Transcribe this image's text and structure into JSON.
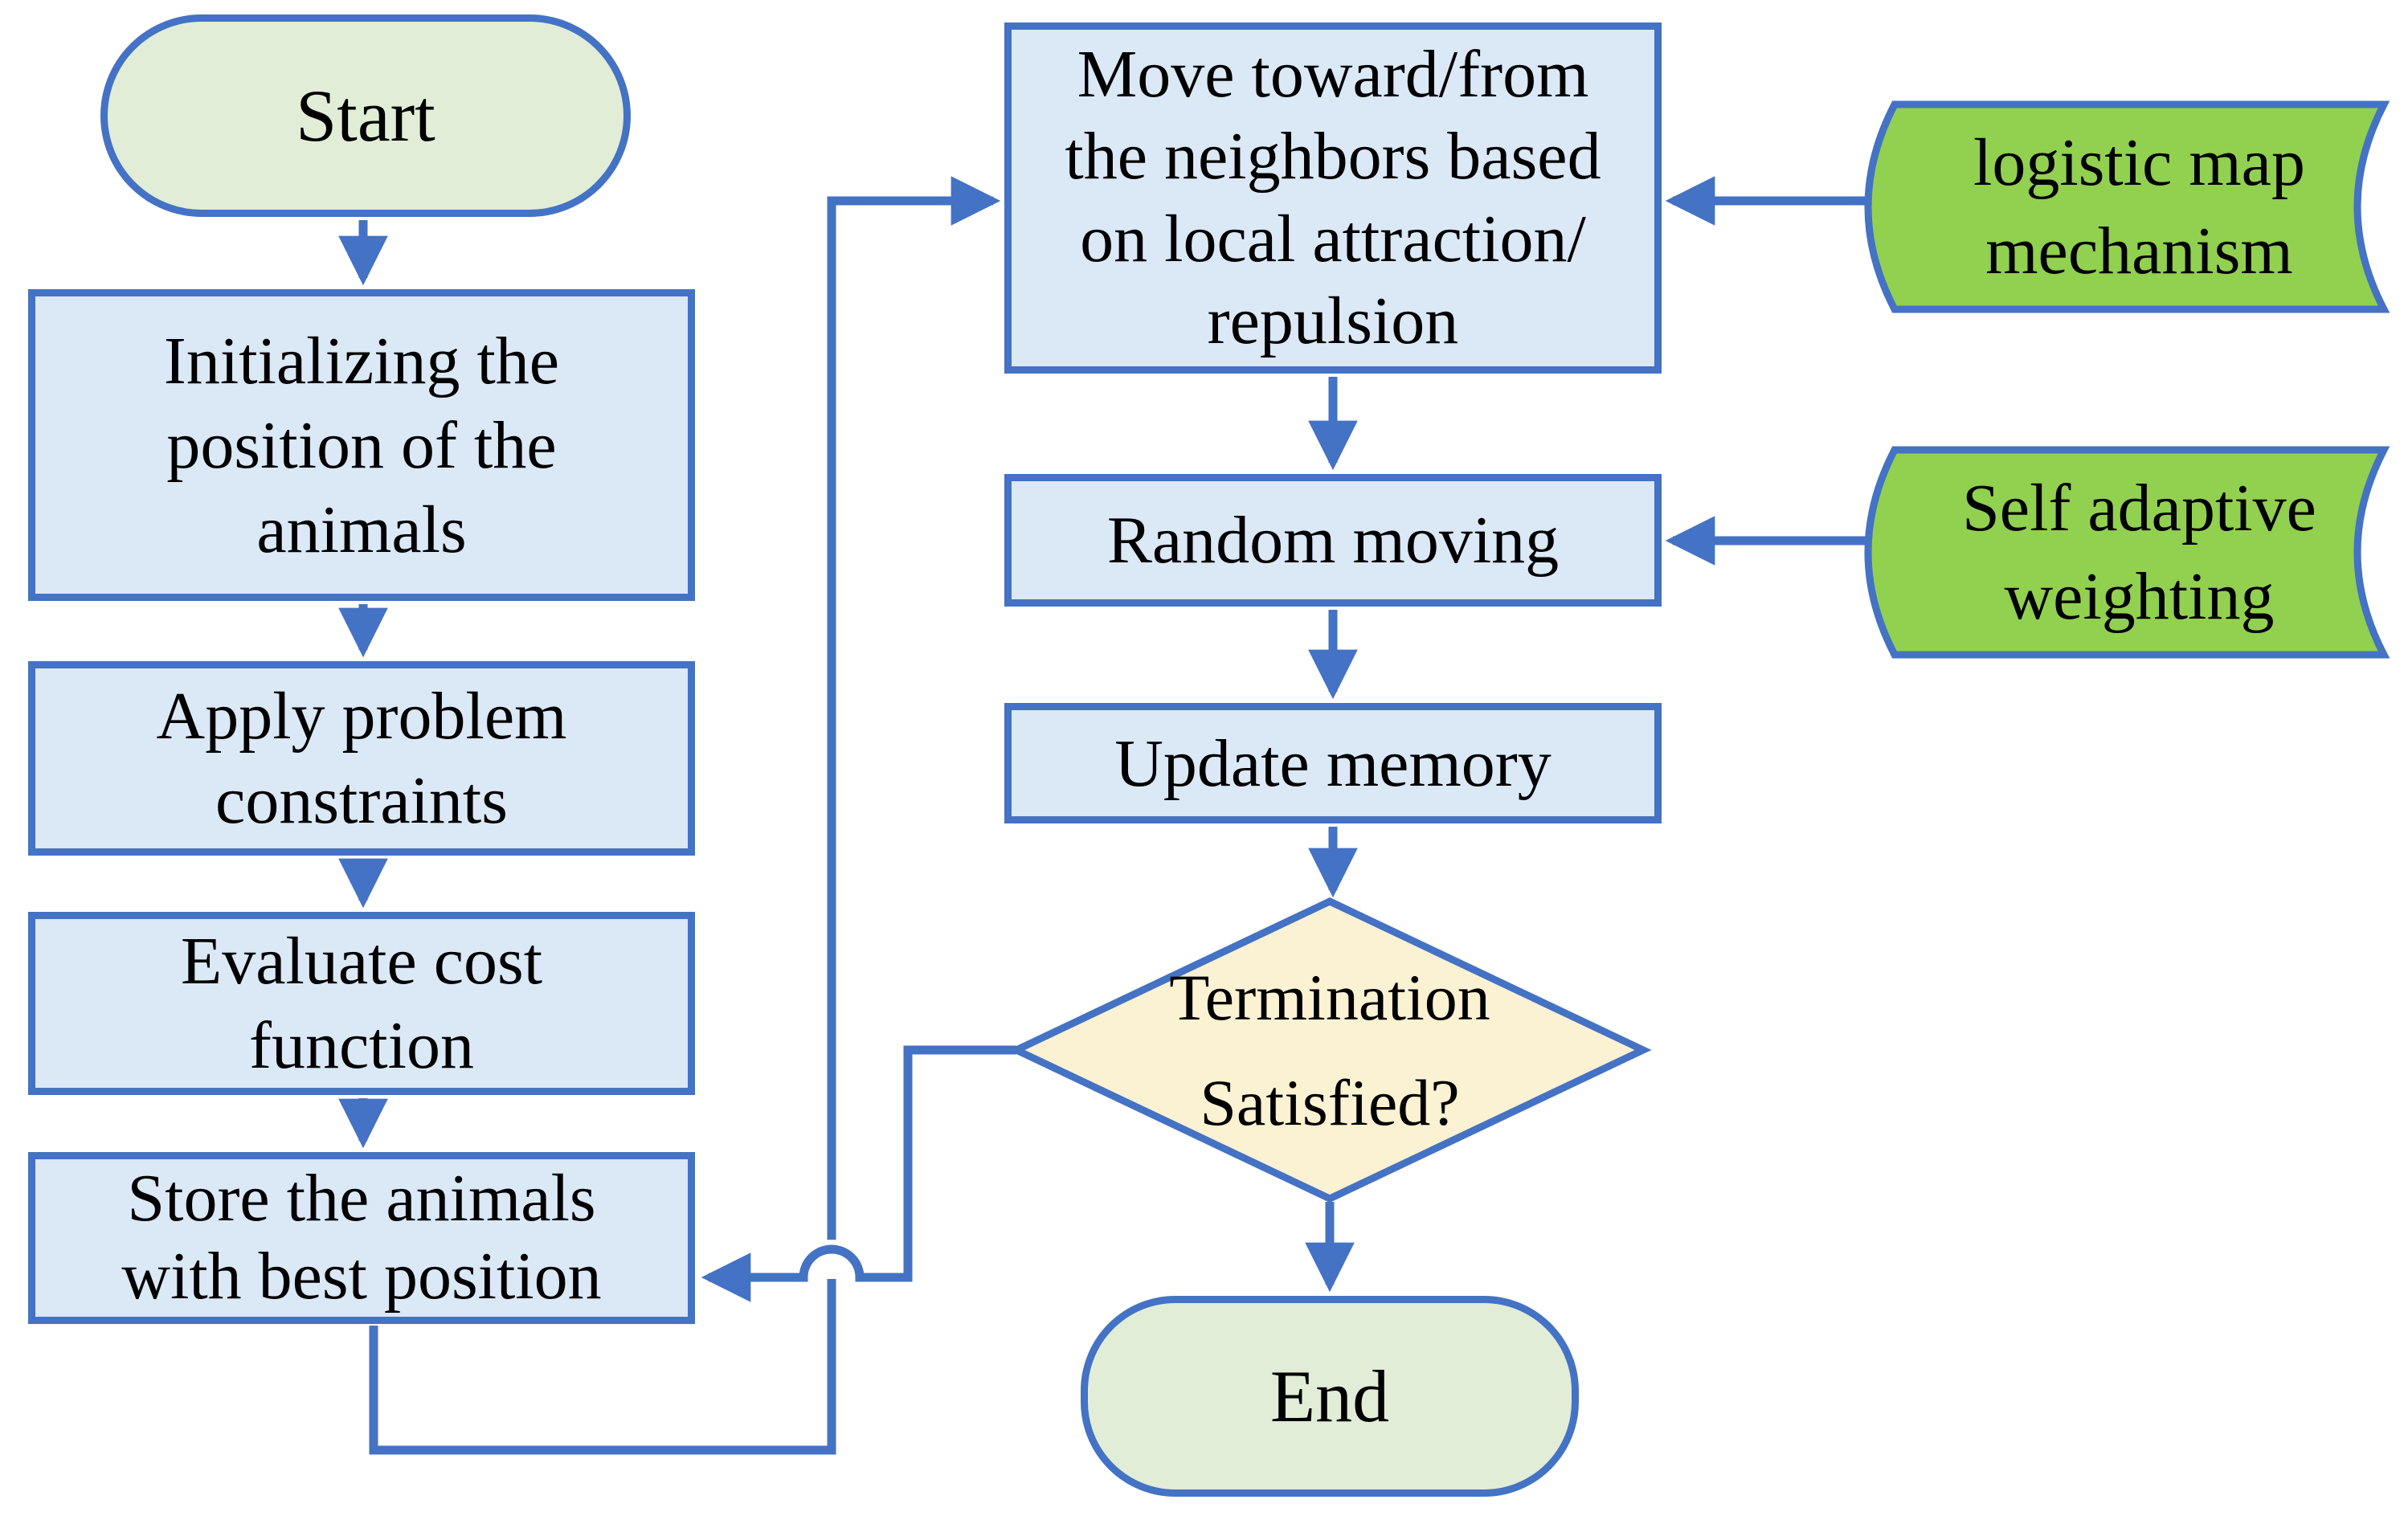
{
  "figure": {
    "type": "flowchart",
    "colors": {
      "line": "#4472C4",
      "process": "#DBE8F6",
      "terminator": "#E2EDD7",
      "decision": "#FBF1D3",
      "data": "#92D050",
      "text": "#000000"
    },
    "nodes": {
      "start": {
        "shape": "terminator",
        "label": "Start"
      },
      "init": {
        "shape": "process",
        "label": "Initializing the\nposition of the\nanimals"
      },
      "apply": {
        "shape": "process",
        "label": "Apply problem\nconstraints"
      },
      "evaluate": {
        "shape": "process",
        "label": "Evaluate cost\nfunction"
      },
      "store": {
        "shape": "process",
        "label": "Store the animals\nwith best position"
      },
      "move": {
        "shape": "process",
        "label": "Move toward/from\nthe neighbors based\non local attraction/\nrepulsion"
      },
      "random": {
        "shape": "process",
        "label": "Random moving"
      },
      "update": {
        "shape": "process",
        "label": "Update memory"
      },
      "termination": {
        "shape": "decision",
        "label": "Termination\nSatisfied?"
      },
      "end": {
        "shape": "terminator",
        "label": "End"
      },
      "logistic": {
        "shape": "stored-data",
        "label": "logistic map\nmechanism"
      },
      "selfadaptive": {
        "shape": "stored-data",
        "label": "Self adaptive\nweighting"
      }
    },
    "edges": [
      {
        "from": "start",
        "to": "init"
      },
      {
        "from": "init",
        "to": "apply"
      },
      {
        "from": "apply",
        "to": "evaluate"
      },
      {
        "from": "evaluate",
        "to": "store"
      },
      {
        "from": "store",
        "to": "move"
      },
      {
        "from": "move",
        "to": "random"
      },
      {
        "from": "random",
        "to": "update"
      },
      {
        "from": "update",
        "to": "termination"
      },
      {
        "from": "termination",
        "to": "store"
      },
      {
        "from": "termination",
        "to": "end"
      },
      {
        "from": "logistic",
        "to": "move"
      },
      {
        "from": "selfadaptive",
        "to": "random"
      }
    ]
  }
}
